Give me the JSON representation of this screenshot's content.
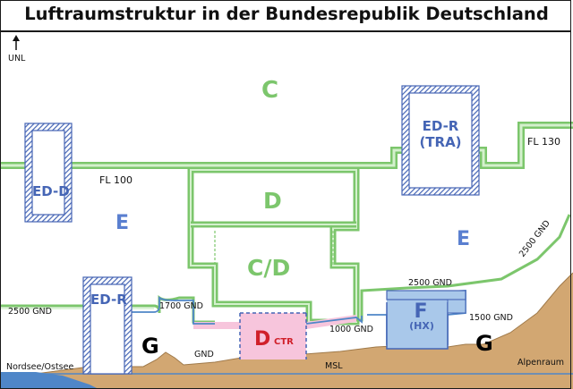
{
  "title": "Luftraumstruktur in der Bundesrepublik Deutschland",
  "labels": {
    "unl": "UNL",
    "class_c": "C",
    "class_d": "D",
    "class_cd": "C/D",
    "class_e_left": "E",
    "class_e_right": "E",
    "class_g_left": "G",
    "class_g_right": "G",
    "class_f": "F",
    "class_f_sub": "(HX)",
    "d_ctr_main": "D",
    "d_ctr_sub": "CTR",
    "ed_d": "ED-D",
    "ed_r_left": "ED-R",
    "ed_r_tra_line1": "ED-R",
    "ed_r_tra_line2": "(TRA)",
    "fl100": "FL 100",
    "fl130": "FL 130",
    "gnd2500_left": "2500 GND",
    "gnd2500_mid": "2500 GND",
    "gnd2500_slope": "2500 GND",
    "gnd1700": "1700 GND",
    "gnd1000": "1000 GND",
    "gnd1500": "1500 GND",
    "gnd": "GND",
    "msl": "MSL",
    "nordsee": "Nordsee/Ostsee",
    "alpenraum": "Alpenraum"
  },
  "colors": {
    "green": "#7cc66c",
    "green_fill": "#c9ebc2",
    "blue": "#4565b5",
    "blue_light": "#a9c8ea",
    "pink": "#f7c5dc",
    "terrain": "#d2a772",
    "sea": "#4f86c8"
  }
}
